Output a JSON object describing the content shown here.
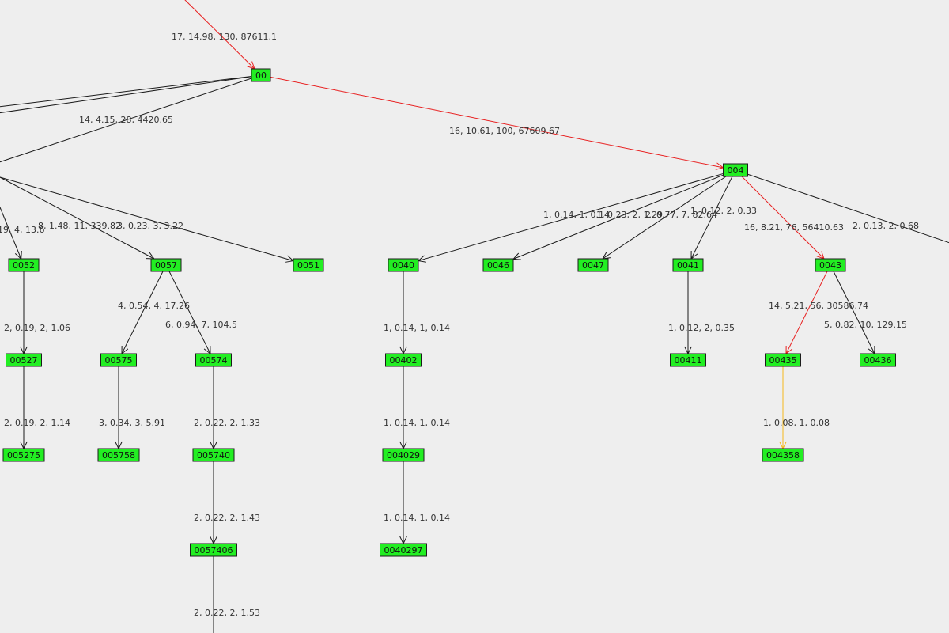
{
  "colors": {
    "background": "#eeeeee",
    "node_fill": "#22ee22",
    "edge_default": "#1a1a1a",
    "edge_hot": "#e82020",
    "edge_warm": "#f5b81c"
  },
  "nodes": [
    {
      "id": "00",
      "label": "00"
    },
    {
      "id": "004",
      "label": "004"
    },
    {
      "id": "0052",
      "label": "0052"
    },
    {
      "id": "0057",
      "label": "0057"
    },
    {
      "id": "0051",
      "label": "0051"
    },
    {
      "id": "0040",
      "label": "0040"
    },
    {
      "id": "0046",
      "label": "0046"
    },
    {
      "id": "0047",
      "label": "0047"
    },
    {
      "id": "0041",
      "label": "0041"
    },
    {
      "id": "0043",
      "label": "0043"
    },
    {
      "id": "00527",
      "label": "00527"
    },
    {
      "id": "00575",
      "label": "00575"
    },
    {
      "id": "00574",
      "label": "00574"
    },
    {
      "id": "00402",
      "label": "00402"
    },
    {
      "id": "00411",
      "label": "00411"
    },
    {
      "id": "00435",
      "label": "00435"
    },
    {
      "id": "00436",
      "label": "00436"
    },
    {
      "id": "005275",
      "label": "005275"
    },
    {
      "id": "005758",
      "label": "005758"
    },
    {
      "id": "005740",
      "label": "005740"
    },
    {
      "id": "004029",
      "label": "004029"
    },
    {
      "id": "004358",
      "label": "004358"
    },
    {
      "id": "0057406",
      "label": "0057406"
    },
    {
      "id": "0040297",
      "label": "0040297"
    }
  ],
  "edges": [
    {
      "from": "parent-offscreen",
      "to": "00",
      "label": "17, 14.98, 130, 87611.1",
      "style": "hot"
    },
    {
      "from": "00",
      "to": "004",
      "label": "16, 10.61, 100, 67609.67",
      "style": "hot"
    },
    {
      "from": "00",
      "to": "offscreen-left-1",
      "label": "",
      "style": "default"
    },
    {
      "from": "00",
      "to": "offscreen-left-2",
      "label": "",
      "style": "default"
    },
    {
      "from": "00",
      "to": "offscreen-left-3",
      "label": "14, 4.15, 28, 4420.65",
      "style": "default"
    },
    {
      "from": "offscreen-left-3",
      "to": "0052",
      "label": "19, 4, 13.6",
      "style": "default"
    },
    {
      "from": "offscreen-left-3",
      "to": "0057",
      "label": "8, 1.48, 11, 339.82",
      "style": "default"
    },
    {
      "from": "offscreen-left-3",
      "to": "0051",
      "label": "3, 0.23, 3, 3.22",
      "style": "default"
    },
    {
      "from": "004",
      "to": "0040",
      "label": "1, 0.14, 1, 0.14",
      "style": "default"
    },
    {
      "from": "004",
      "to": "0046",
      "label": "1, 0.23, 2, 1.29",
      "style": "default"
    },
    {
      "from": "004",
      "to": "0047",
      "label": "2, 0.77, 7, 82.64",
      "style": "default"
    },
    {
      "from": "004",
      "to": "0041",
      "label": "1, 0.12, 2, 0.33",
      "style": "default"
    },
    {
      "from": "004",
      "to": "0043",
      "label": "16, 8.21, 76, 56410.63",
      "style": "hot"
    },
    {
      "from": "004",
      "to": "offscreen-right",
      "label": "2, 0.13, 2, 0.68",
      "style": "default"
    },
    {
      "from": "0052",
      "to": "00527",
      "label": "2, 0.19, 2, 1.06",
      "style": "default"
    },
    {
      "from": "0057",
      "to": "00575",
      "label": "4, 0.54, 4, 17.26",
      "style": "default"
    },
    {
      "from": "0057",
      "to": "00574",
      "label": "6, 0.94, 7, 104.5",
      "style": "default"
    },
    {
      "from": "0040",
      "to": "00402",
      "label": "1, 0.14, 1, 0.14",
      "style": "default"
    },
    {
      "from": "0041",
      "to": "00411",
      "label": "1, 0.12, 2, 0.35",
      "style": "default"
    },
    {
      "from": "0043",
      "to": "00435",
      "label": "14, 5.21, 56, 30586.74",
      "style": "hot"
    },
    {
      "from": "0043",
      "to": "00436",
      "label": "5, 0.82, 10, 129.15",
      "style": "default"
    },
    {
      "from": "00527",
      "to": "005275",
      "label": "2, 0.19, 2, 1.14",
      "style": "default"
    },
    {
      "from": "00575",
      "to": "005758",
      "label": "3, 0.34, 3, 5.91",
      "style": "default"
    },
    {
      "from": "00574",
      "to": "005740",
      "label": "2, 0.22, 2, 1.33",
      "style": "default"
    },
    {
      "from": "00402",
      "to": "004029",
      "label": "1, 0.14, 1, 0.14",
      "style": "default"
    },
    {
      "from": "00435",
      "to": "004358",
      "label": "1, 0.08, 1, 0.08",
      "style": "warm"
    },
    {
      "from": "005740",
      "to": "0057406",
      "label": "2, 0.22, 2, 1.43",
      "style": "default"
    },
    {
      "from": "004029",
      "to": "0040297",
      "label": "1, 0.14, 1, 0.14",
      "style": "default"
    },
    {
      "from": "0057406",
      "to": "offscreen-bottom",
      "label": "2, 0.22, 2, 1.53",
      "style": "default"
    }
  ]
}
